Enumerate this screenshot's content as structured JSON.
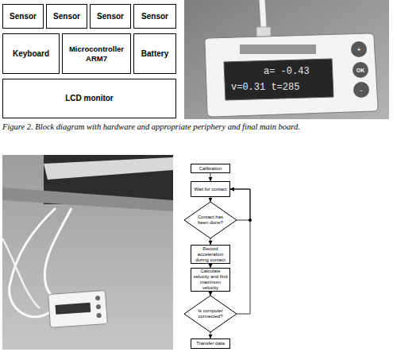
{
  "diagram": {
    "caption": "Figure 2. Block diagram with hardware and appropriate periphery and final main board.",
    "nodes": [
      {
        "text": [
          "Sensor"
        ]
      },
      {
        "text": [
          "Sensor"
        ]
      },
      {
        "text": [
          "Sensor"
        ]
      },
      {
        "text": [
          "Sensor"
        ]
      },
      {
        "text": [
          "Keyboard"
        ]
      },
      {
        "text": [
          "Microcontroller ARM7"
        ]
      },
      {
        "text": [
          "Battery"
        ]
      },
      {
        "text": [
          "LCD monitor"
        ]
      },
      {
        "text": [
          "Calibration"
        ]
      },
      {
        "text": [
          "Wait for contact"
        ]
      },
      {
        "text": [
          "Contact has been done?"
        ]
      },
      {
        "text": [
          "Record acceleration during contact"
        ]
      },
      {
        "text": [
          "Calculate velocity and find maximum velocity"
        ]
      },
      {
        "text": [
          "Is computer connected?"
        ]
      },
      {
        "text": [
          "Transfer data"
        ]
      }
    ],
    "edges": [
      {
        "from": 8,
        "to": 9,
        "arrow": "to"
      },
      {
        "from": 9,
        "to": 10,
        "arrow": "to"
      },
      {
        "from": 10,
        "to": 11,
        "arrow": "to"
      },
      {
        "from": 10,
        "to": 9,
        "arrow": "to"
      },
      {
        "from": 11,
        "to": 12,
        "arrow": "to"
      },
      {
        "from": 12,
        "to": 13,
        "arrow": "to"
      },
      {
        "from": 13,
        "to": 14,
        "arrow": "to"
      },
      {
        "from": 13,
        "to": 9,
        "arrow": "to"
      }
    ],
    "labels": [
      "a= -0.43",
      "v=0.31 t=285",
      "+",
      "OK",
      "-"
    ]
  }
}
